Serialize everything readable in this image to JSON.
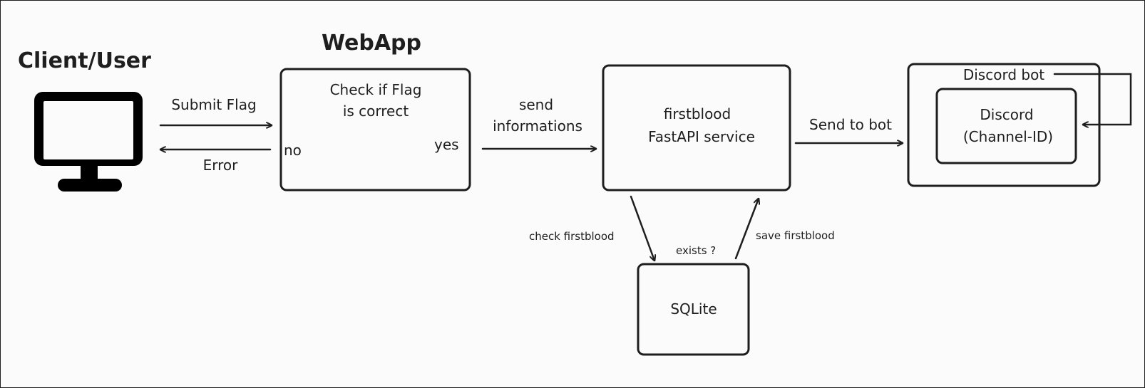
{
  "client": {
    "title": "Client/User"
  },
  "webapp": {
    "title": "WebApp",
    "check_line1": "Check if Flag",
    "check_line2": "is correct",
    "no_label": "no",
    "yes_label": "yes"
  },
  "edges": {
    "submit_flag": "Submit Flag",
    "error": "Error",
    "send_info_line1": "send",
    "send_info_line2": "informations",
    "send_to_bot": "Send to bot",
    "check_firstblood": "check firstblood",
    "exists": "exists ?",
    "save_firstblood": "save firstblood"
  },
  "service": {
    "line1": "firstblood",
    "line2": "FastAPI service"
  },
  "database": {
    "label": "SQLite"
  },
  "discord": {
    "bot_label": "Discord bot",
    "inner_line1": "Discord",
    "inner_line2": "(Channel-ID)"
  },
  "icons": {
    "client": "monitor-icon"
  },
  "colors": {
    "stroke": "#1e1e1e",
    "background": "#fbfbfc"
  }
}
